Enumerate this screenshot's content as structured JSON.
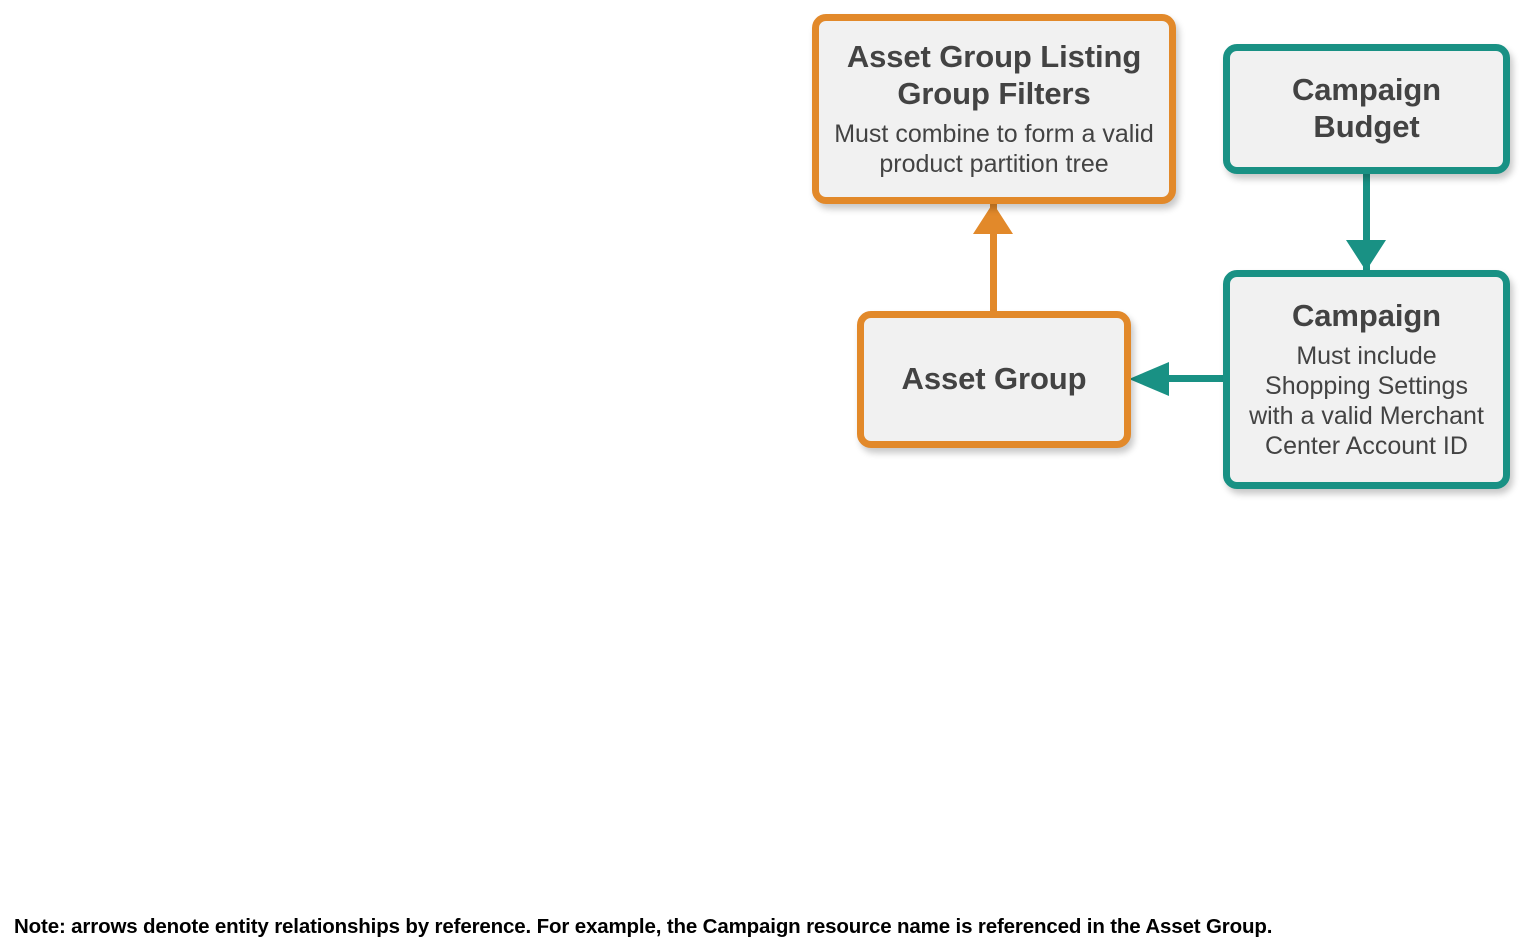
{
  "diagram": {
    "colors": {
      "orange": "#E2892A",
      "teal": "#199184",
      "node_fill": "#F1F1F1",
      "node_text": "#434343",
      "note_text": "#000000",
      "background": "#FFFFFF"
    },
    "nodes": [
      {
        "id": "asset-group-listing-group-filters",
        "title": "Asset Group Listing Group Filters",
        "subtitle": "Must combine to form a valid product partition tree",
        "accent": "orange"
      },
      {
        "id": "asset-group",
        "title": "Asset Group",
        "subtitle": "",
        "accent": "orange"
      },
      {
        "id": "campaign-budget",
        "title": "Campaign Budget",
        "subtitle": "",
        "accent": "teal"
      },
      {
        "id": "campaign",
        "title": "Campaign",
        "subtitle": "Must include Shopping Settings with a valid Merchant Center Account ID",
        "accent": "teal"
      }
    ],
    "edges": [
      {
        "id": "assetgroup-to-filters",
        "from": "asset-group",
        "to": "asset-group-listing-group-filters",
        "direction": "up",
        "accent": "orange"
      },
      {
        "id": "budget-to-campaign",
        "from": "campaign-budget",
        "to": "campaign",
        "direction": "down",
        "accent": "teal"
      },
      {
        "id": "campaign-to-assetgroup",
        "from": "campaign",
        "to": "asset-group",
        "direction": "left",
        "accent": "teal"
      }
    ],
    "footnote": "Note: arrows denote entity relationships by reference. For example, the Campaign resource name is referenced in the Asset Group."
  }
}
